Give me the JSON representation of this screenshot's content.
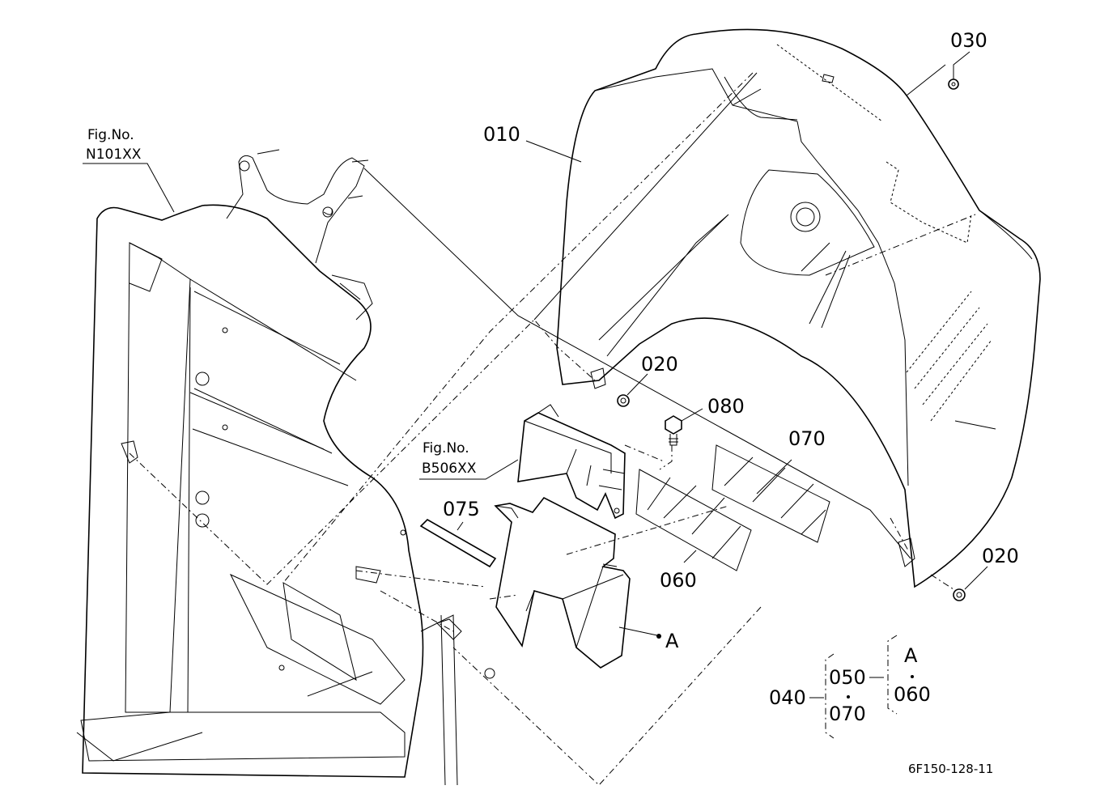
{
  "figure_refs": {
    "left": {
      "prefix": "Fig.No.",
      "code": "N101XX"
    },
    "center": {
      "prefix": "Fig.No.",
      "code": "B506XX"
    }
  },
  "callouts": {
    "p010": "010",
    "p020_top": "020",
    "p020_right": "020",
    "p030": "030",
    "p060": "060",
    "p070": "070",
    "p075": "075",
    "p080": "080",
    "pointA": "A"
  },
  "assembly_key": {
    "assy": "040",
    "sub_top": "050",
    "sub_bottom": "070",
    "group_label": "A",
    "group_item": "060"
  },
  "drawing_ref": "6F150-128-11"
}
